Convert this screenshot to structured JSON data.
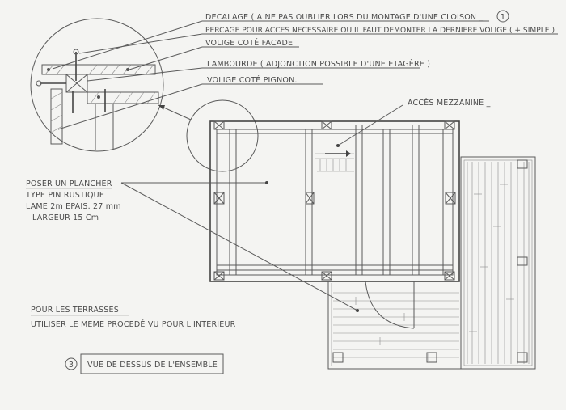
{
  "annotations": {
    "decalage": "DECALAGE ( A NE PAS OUBLIER LORS DU MONTAGE D'UNE CLOISON _",
    "decalage_num": "1",
    "percage": "PERCAGE POUR ACCES NECESSAIRE OU IL FAUT DEMONTER LA DERNIERE VOLIGE ( + SIMPLE )",
    "volige_facade": "VOLIGE COTÉ FACADE",
    "lambourde": "LAMBOURDE ( ADJONCTION POSSIBLE D'UNE ETAGÈRE )",
    "volige_pignon": "VOLIGE COTÉ PIGNON.",
    "acces_mezzanine": "ACCÈS MEZZANINE _",
    "plancher_1": "POSER UN PLANCHER",
    "plancher_2": "TYPE PIN RUSTIQUE",
    "plancher_3": "LAME 2m EPAIS. 27 mm",
    "plancher_4": "LARGEUR 15 Cm",
    "terrasse_1": "POUR LES TERRASSES",
    "terrasse_2": "UTILISER LE MEME PROCEDÉ VU POUR L'INTERIEUR",
    "title_num": "3",
    "title": "VUE DE DESSUS DE L'ENSEMBLE"
  },
  "colors": {
    "paper": "#f4f4f2",
    "pencil": "#4a4a4a"
  }
}
